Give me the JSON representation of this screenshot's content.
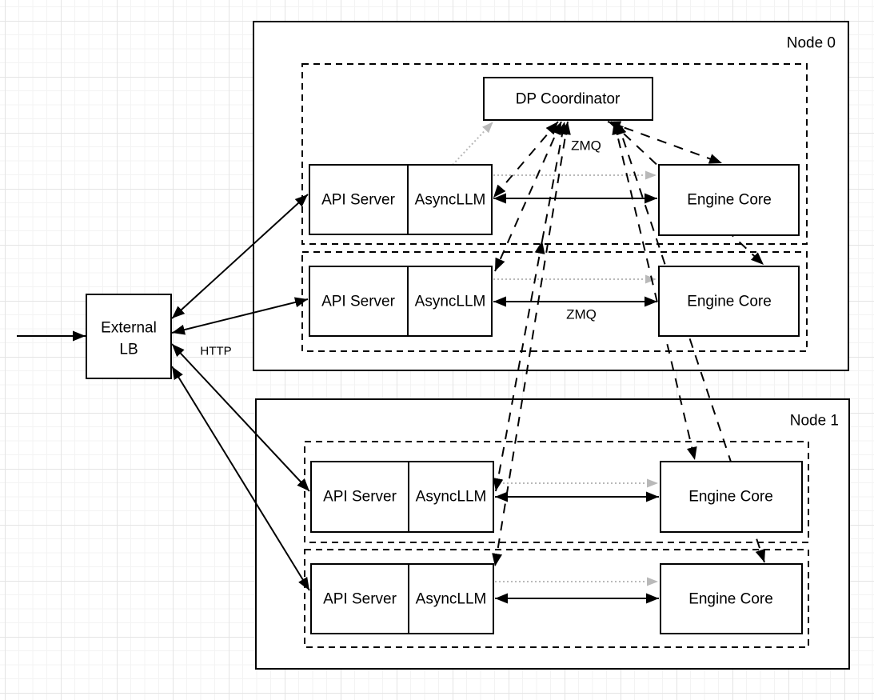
{
  "diagram": {
    "nodes": [
      {
        "label": "Node 0"
      },
      {
        "label": "Node 1"
      }
    ],
    "external_lb": {
      "line1": "External",
      "line2": "LB"
    },
    "dp_coordinator_label": "DP Coordinator",
    "api_server_label": "API Server",
    "asyncllm_label": "AsyncLLM",
    "engine_core_label": "Engine Core",
    "edge_labels": {
      "zmq_top": "ZMQ",
      "zmq_bottom": "ZMQ",
      "http": "HTTP"
    },
    "colors": {
      "line": "#000000",
      "dotted_arrow": "#b9b9b9",
      "grid_minor": "#f3f3f3",
      "grid_major": "#e4e4e4",
      "box_fill": "#ffffff"
    }
  }
}
